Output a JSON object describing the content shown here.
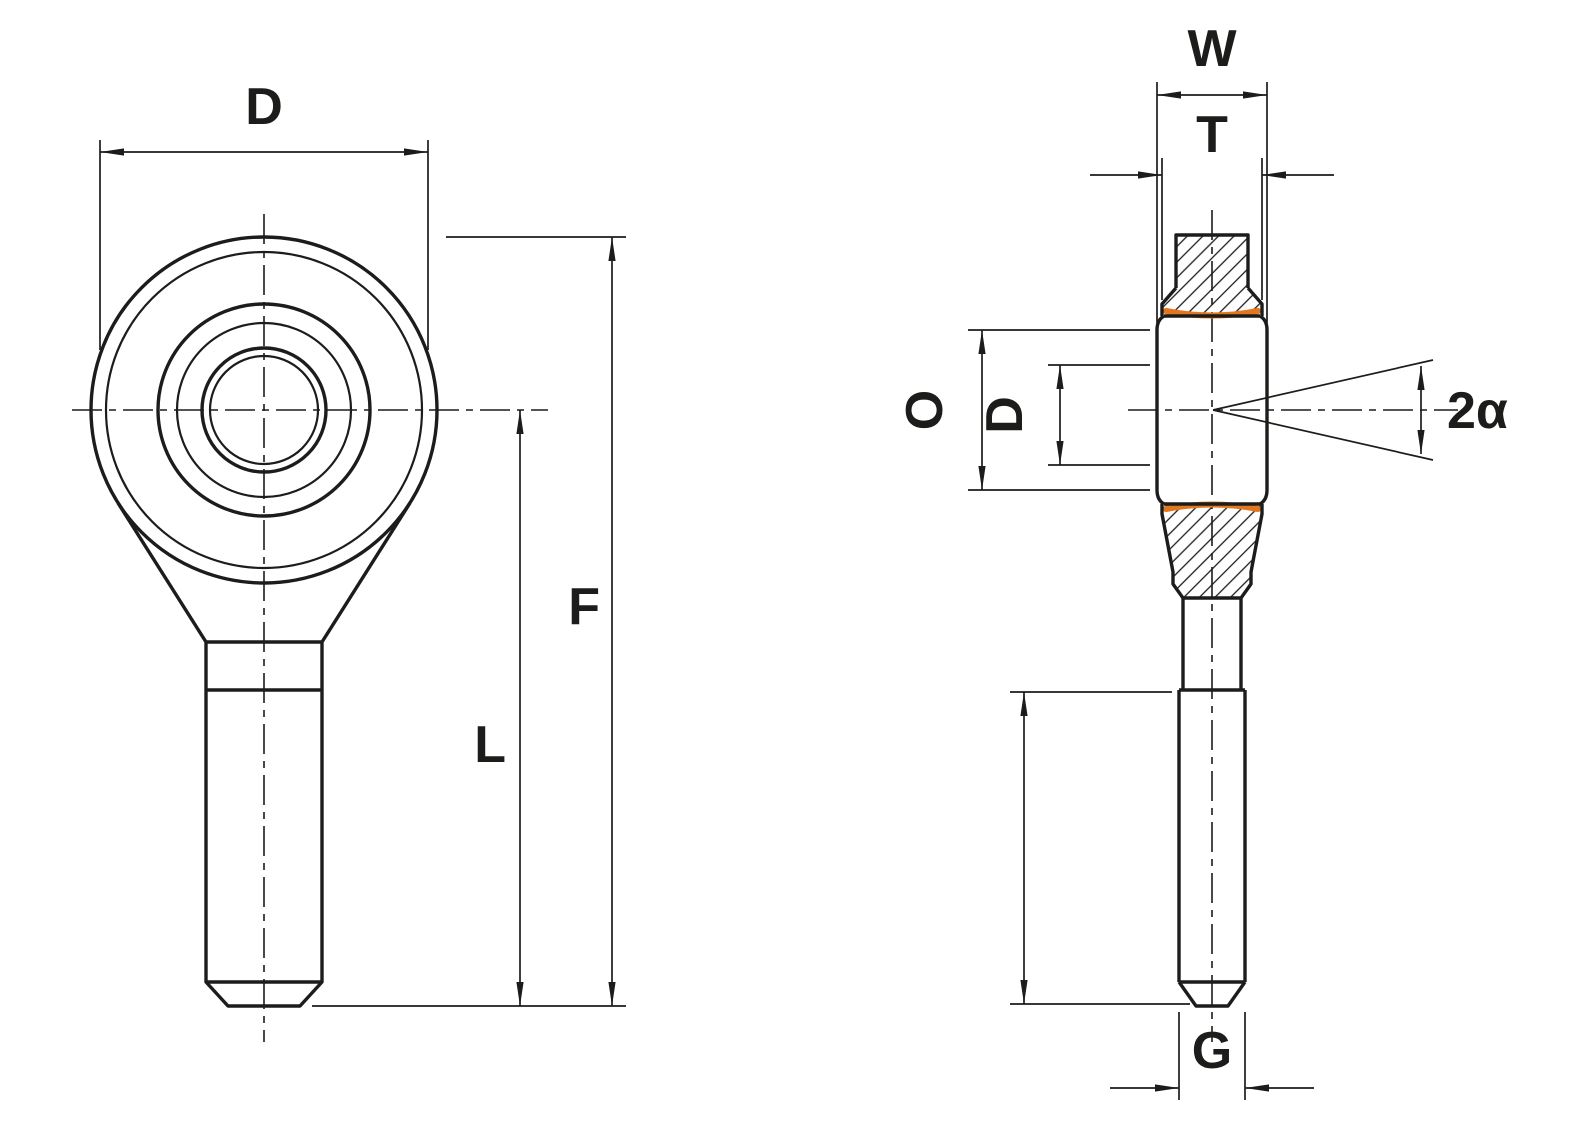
{
  "labels": {
    "front_view": {
      "head_diameter": "D",
      "overall_length": "F",
      "center_length": "L"
    },
    "side_view": {
      "ball_width": "W",
      "head_width": "T",
      "race_diameter": "O",
      "bore_diameter": "D",
      "misalignment_angle": "2α",
      "thread_size": "G"
    }
  },
  "colors": {
    "line": "#1c1c1b",
    "seal": "#e2771d",
    "background": "#ffffff"
  }
}
